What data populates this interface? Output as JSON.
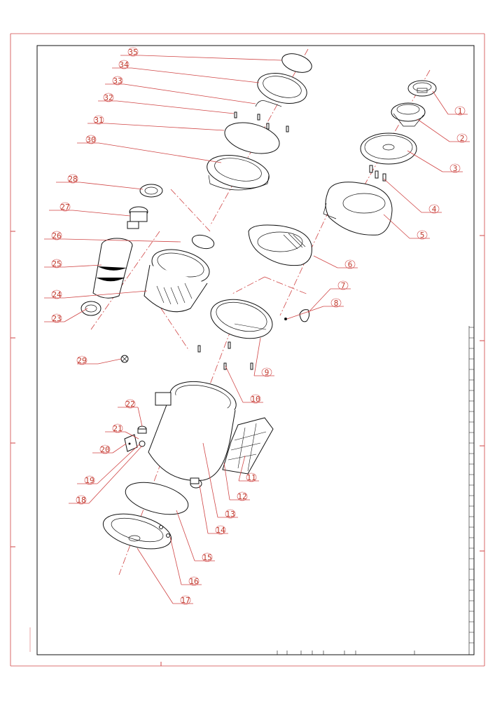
{
  "drawing": {
    "title": "",
    "callouts": [
      {
        "label": "1"
      },
      {
        "label": "2"
      },
      {
        "label": "3"
      },
      {
        "label": "4"
      },
      {
        "label": "5"
      },
      {
        "label": "6"
      },
      {
        "label": "7"
      },
      {
        "label": "8"
      },
      {
        "label": "9"
      },
      {
        "label": "10"
      },
      {
        "label": "11"
      },
      {
        "label": "12"
      },
      {
        "label": "13"
      },
      {
        "label": "14"
      },
      {
        "label": "15"
      },
      {
        "label": "16"
      },
      {
        "label": "17"
      },
      {
        "label": "18"
      },
      {
        "label": "19"
      },
      {
        "label": "20"
      },
      {
        "label": "21"
      },
      {
        "label": "22"
      },
      {
        "label": "23"
      },
      {
        "label": "24"
      },
      {
        "label": "25"
      },
      {
        "label": "26"
      },
      {
        "label": "27"
      },
      {
        "label": "28"
      },
      {
        "label": "29"
      },
      {
        "label": "30"
      },
      {
        "label": "31"
      },
      {
        "label": "32"
      },
      {
        "label": "33"
      },
      {
        "label": "34"
      },
      {
        "label": "35"
      }
    ],
    "colors": {
      "frame": "#d04545",
      "callout": "#c0392b",
      "linework": "#111111"
    }
  }
}
